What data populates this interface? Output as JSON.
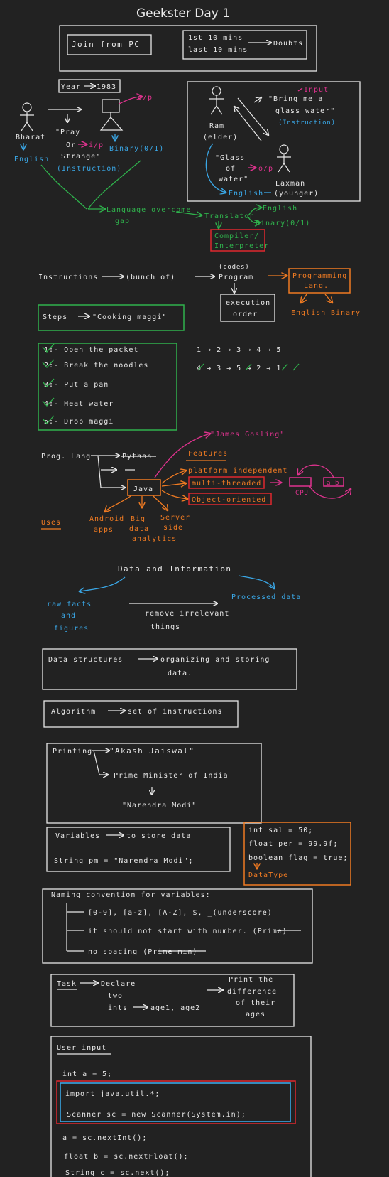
{
  "title": "Geekster Day 1",
  "top": {
    "join": "Join from PC",
    "first10": "1st 10 mins",
    "last10": "last 10 mins",
    "doubts": "Doubts"
  },
  "comm": {
    "year": "Year",
    "year_value": "1983",
    "op1": "o/p",
    "bharat": "Bharat",
    "english": "English",
    "pray": "\"Pray",
    "or": "Or",
    "ip": "i/p",
    "strange": "Strange\"",
    "instruction": "(Instruction)",
    "binary": "Binary(0/1)",
    "input": "Input",
    "bring1": "\"Bring me a",
    "bring2": "glass water\"",
    "instruction2": "(Instruction)",
    "ram": "Ram",
    "elder": "(elder)",
    "glass1": "\"Glass",
    "glass2": "of",
    "glass3": "water\"",
    "op2": "o/p",
    "english2": "English",
    "laxman": "Laxman",
    "younger": "(younger)",
    "lang_gap1": "Language overcome",
    "lang_gap2": "gap",
    "translator": "Translator",
    "t_english": "English",
    "t_binary": "Binary(0/1)",
    "compiler": "Compiler/",
    "interpreter": "Interpreter"
  },
  "instr": {
    "instructions": "Instructions",
    "bunch": "(bunch of)",
    "codes": "(codes)",
    "program": "Program",
    "exec1": "execution",
    "exec2": "order",
    "prog1": "Programming",
    "prog2": "Lang.",
    "english": "English",
    "binary": "Binary"
  },
  "steps": {
    "header": "Steps",
    "cooking": "\"Cooking maggi\"",
    "items": [
      "1:- Open the packet",
      "2:- Break the noodles",
      "3:- Put a pan",
      "4:- Heat water",
      "5:- Drop maggi"
    ],
    "seq1": "1 → 2 → 3 → 4 → 5",
    "seq2": "4 → 3 → 5 → 2 → 1"
  },
  "java": {
    "prog_lang": "Prog. Lang",
    "python": "Python",
    "java": "Java",
    "gosling": "\"James Gosling\"",
    "features": "Features",
    "platform": "platform independent",
    "multi": "multi-threaded",
    "oop": "Object-oriented",
    "cpu": "CPU",
    "a": "a",
    "b": "b",
    "uses": "Uses",
    "android1": "Android",
    "android2": "apps",
    "big1": "Big",
    "big2": "data",
    "big3": "analytics",
    "server1": "Server",
    "server2": "side"
  },
  "data_info": {
    "title": "Data and Information",
    "raw1": "raw facts",
    "raw2": "and",
    "raw3": "figures",
    "remove1": "remove irrelevant",
    "remove2": "things",
    "processed": "Processed data"
  },
  "ds": {
    "ds": "Data structures",
    "ds_def1": "organizing and storing",
    "ds_def2": "data.",
    "algo": "Algorithm",
    "algo_def": "set of instructions"
  },
  "print": {
    "printing": "Printing",
    "akash": "\"Akash Jaiswal\"",
    "pm": "Prime Minister of India",
    "modi": "\"Narendra Modi\""
  },
  "vars": {
    "variables": "Variables",
    "store": "to store data",
    "string_pm": "String pm = \"Narendra Modi\";",
    "int_sal": "int sal = 50;",
    "float_per": "float per = 99.9f;",
    "bool_flag": "boolean flag = true;",
    "datatype": "DataType"
  },
  "naming": {
    "header": "Naming convention for variables:",
    "r1": "[0-9], [a-z], [A-Z], $, _(underscore)",
    "r2": "it should not start with number. (Prime)",
    "r3": "no spacing (Prime min)"
  },
  "task": {
    "task": "Task",
    "declare1": "Declare",
    "declare2": "two",
    "declare3": "ints",
    "ages": "age1, age2",
    "print1": "Print the",
    "print2": "difference",
    "print3": "of their",
    "print4": "ages"
  },
  "input": {
    "header": "User input",
    "int_a": "int a = 5;",
    "import": "import java.util.*;",
    "scanner": "Scanner sc = new Scanner(System.in);",
    "a_line": "a = sc.nextInt();",
    "float_line": "float b = sc.nextFloat();",
    "string_line": "String c = sc.next();"
  },
  "colors": {
    "white": "#e8e8e8",
    "blue": "#3aa7e6",
    "green": "#2fb24c",
    "orange": "#f07b22",
    "pink": "#e0338f",
    "red": "#e0282e",
    "background": "#222222"
  }
}
